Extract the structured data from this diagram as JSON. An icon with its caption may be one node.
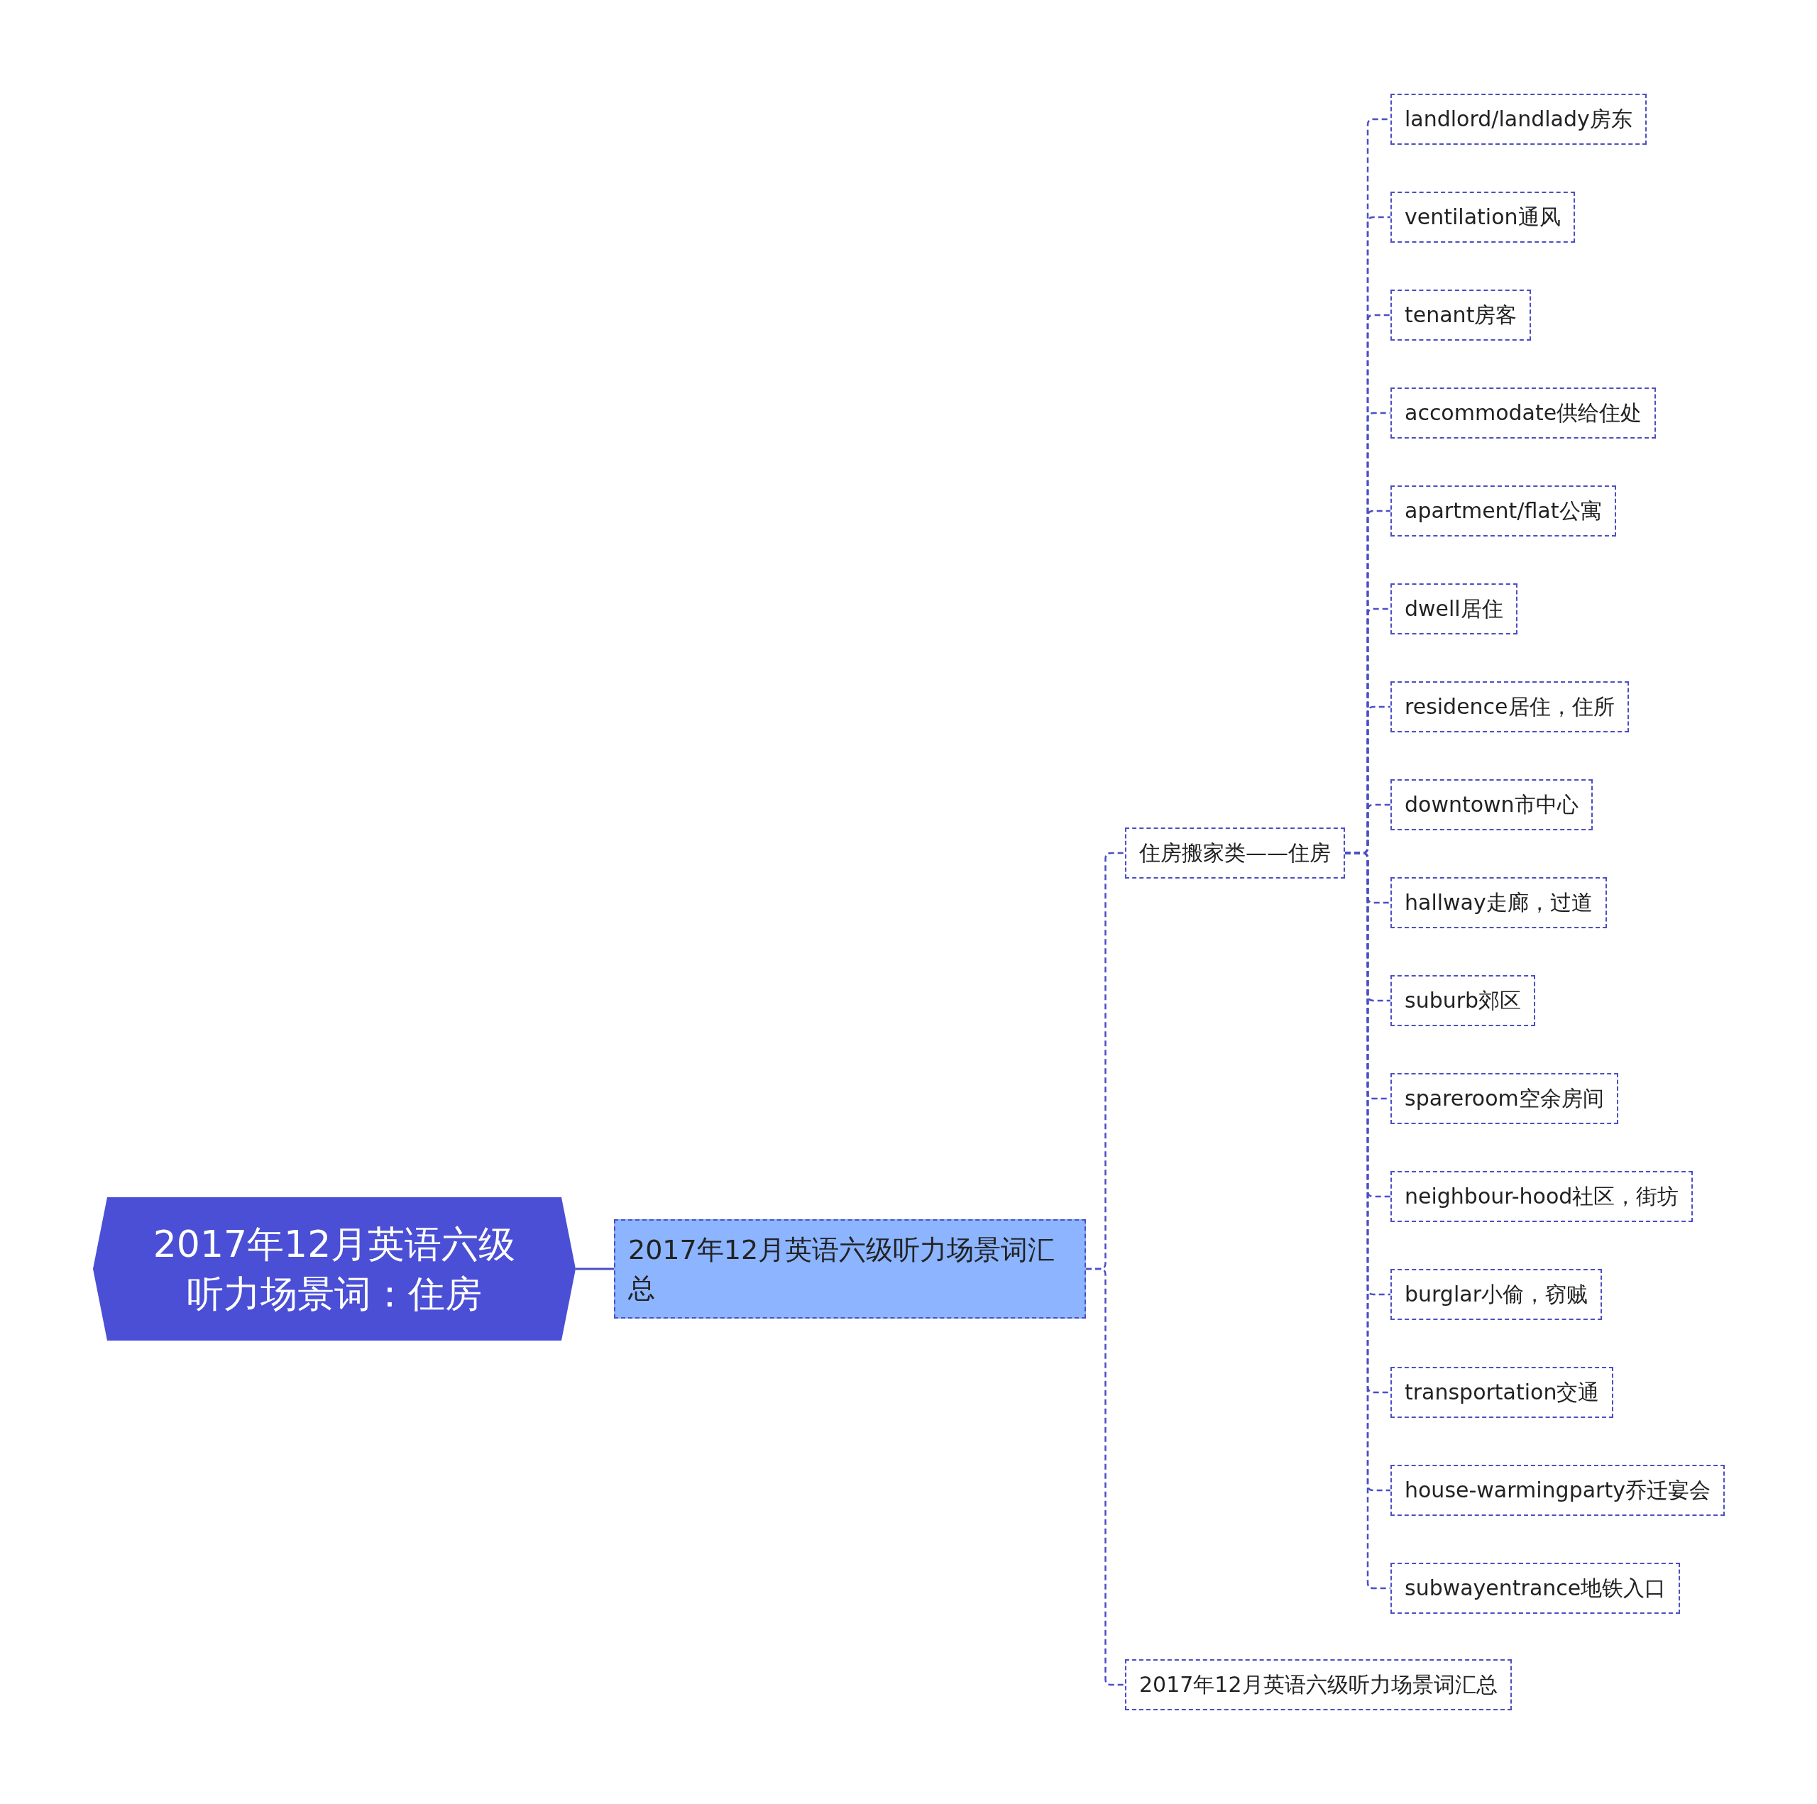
{
  "diagram": {
    "nodes": [
      {
        "text": [
          "2017年12月英语六级听力场景词：住房"
        ]
      },
      {
        "text": [
          "2017年12月英语六级听力场景词汇总"
        ]
      },
      {
        "text": [
          "住房搬家类——住房"
        ]
      },
      {
        "text": [
          "landlord/landlady房东"
        ]
      },
      {
        "text": [
          "ventilation通风"
        ]
      },
      {
        "text": [
          "tenant房客"
        ]
      },
      {
        "text": [
          "accommodate供给住处"
        ]
      },
      {
        "text": [
          "apartment/flat公寓"
        ]
      },
      {
        "text": [
          "dwell居住"
        ]
      },
      {
        "text": [
          "residence居住，住所"
        ]
      },
      {
        "text": [
          "downtown市中心"
        ]
      },
      {
        "text": [
          "hallway走廊，过道"
        ]
      },
      {
        "text": [
          "suburb郊区"
        ]
      },
      {
        "text": [
          "spareroom空余房间"
        ]
      },
      {
        "text": [
          "neighbour-hood社区，街坊"
        ]
      },
      {
        "text": [
          "burglar小偷，窃贼"
        ]
      },
      {
        "text": [
          "transportation交通"
        ]
      },
      {
        "text": [
          "house-warmingparty乔迁宴会"
        ]
      },
      {
        "text": [
          "subwayentrance地铁入口"
        ]
      },
      {
        "text": [
          "2017年12月英语六级听力场景词汇总"
        ]
      }
    ],
    "edges": [
      {
        "from": 0,
        "to": 1,
        "arrow": "none"
      },
      {
        "from": 1,
        "to": 2,
        "arrow": "none",
        "style": "dashed"
      },
      {
        "from": 1,
        "to": 19,
        "arrow": "none",
        "style": "dashed"
      },
      {
        "from": 2,
        "to": 3,
        "arrow": "none",
        "style": "dashed"
      },
      {
        "from": 2,
        "to": 4,
        "arrow": "none",
        "style": "dashed"
      },
      {
        "from": 2,
        "to": 5,
        "arrow": "none",
        "style": "dashed"
      },
      {
        "from": 2,
        "to": 6,
        "arrow": "none",
        "style": "dashed"
      },
      {
        "from": 2,
        "to": 7,
        "arrow": "none",
        "style": "dashed"
      },
      {
        "from": 2,
        "to": 8,
        "arrow": "none",
        "style": "dashed"
      },
      {
        "from": 2,
        "to": 9,
        "arrow": "none",
        "style": "dashed"
      },
      {
        "from": 2,
        "to": 10,
        "arrow": "none",
        "style": "dashed"
      },
      {
        "from": 2,
        "to": 11,
        "arrow": "none",
        "style": "dashed"
      },
      {
        "from": 2,
        "to": 12,
        "arrow": "none",
        "style": "dashed"
      },
      {
        "from": 2,
        "to": 13,
        "arrow": "none",
        "style": "dashed"
      },
      {
        "from": 2,
        "to": 14,
        "arrow": "none",
        "style": "dashed"
      },
      {
        "from": 2,
        "to": 15,
        "arrow": "none",
        "style": "dashed"
      },
      {
        "from": 2,
        "to": 16,
        "arrow": "none",
        "style": "dashed"
      },
      {
        "from": 2,
        "to": 17,
        "arrow": "none",
        "style": "dashed"
      },
      {
        "from": 2,
        "to": 18,
        "arrow": "none",
        "style": "dashed"
      }
    ]
  }
}
